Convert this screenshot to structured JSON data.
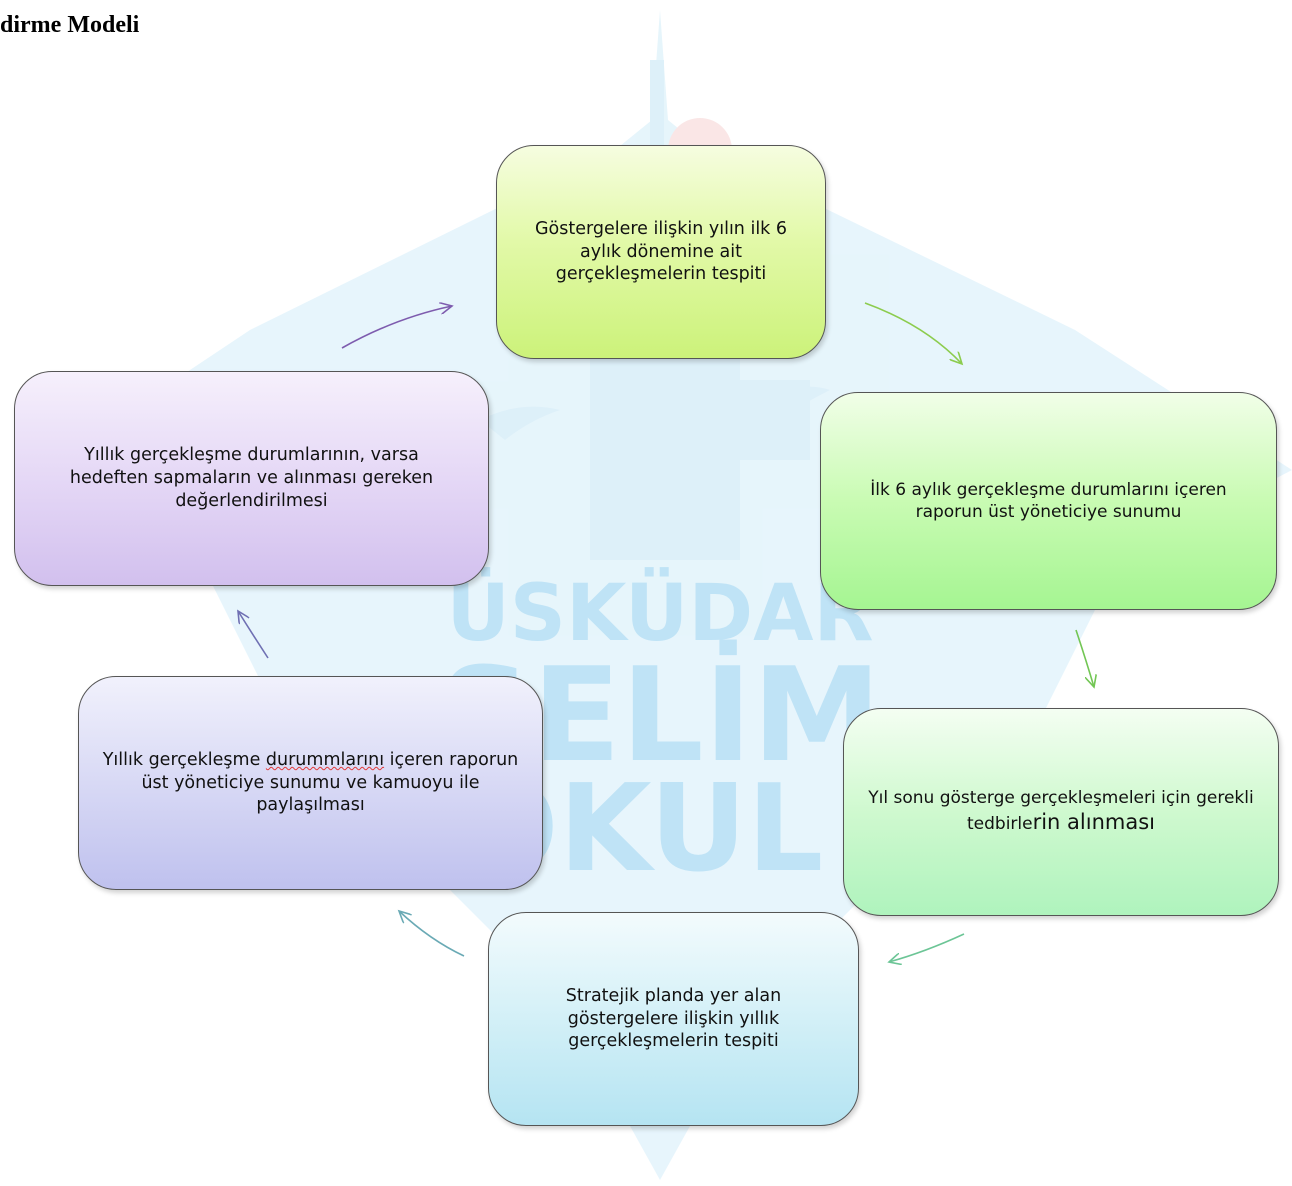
{
  "title": "dirme Modeli",
  "watermark": {
    "line1": "ÜSKÜDAR",
    "line2": "SELİM",
    "line3": "OKUL"
  },
  "nodes": [
    {
      "text": "Göstergelere ilişkin yılın ilk 6 aylık dönemine ait gerçekleşmelerin tespiti"
    },
    {
      "text": "İlk 6 aylık gerçekleşme durumlarını içeren raporun üst yöneticiye sunumu"
    },
    {
      "text_a": "Yıl sonu gösterge gerçekleşmeleri için gerekli tedbirle",
      "text_b": "rin alınması"
    },
    {
      "text": "Stratejik planda yer alan göstergelere ilişkin yıllık gerçekleşmelerin tespiti"
    },
    {
      "text_a": "Yıllık gerçekleşme ",
      "text_b": "durummlarını",
      "text_c": " içeren raporun üst yöneticiye sunumu ve kamuoyu ile paylaşılması"
    },
    {
      "text": "Yıllık gerçekleşme durumlarının, varsa hedeften sapmaların ve alınması gereken değerlendirilmesi"
    }
  ],
  "colors": {
    "arrow_1": "#7e5cae",
    "arrow_2": "#8ccc4e",
    "arrow_3": "#72c654",
    "arrow_4": "#6cc596",
    "arrow_5": "#6aaab5",
    "arrow_6": "#6f70b3",
    "watermark_blue": "#c9e8f8",
    "watermark_red": "#f6d6d6"
  }
}
